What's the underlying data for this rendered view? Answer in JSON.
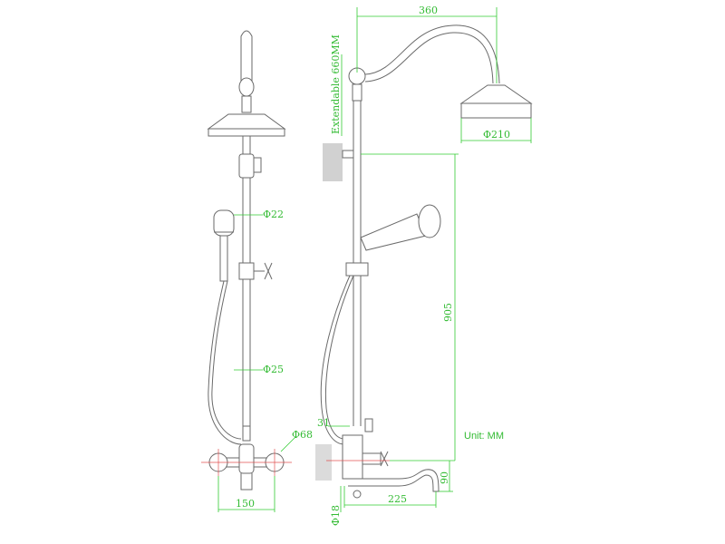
{
  "dimensions": {
    "arm_reach": "360",
    "head_diameter": "Φ210",
    "extendable": "Extendable 660MM",
    "height": "905",
    "handshower_diameter": "Φ22",
    "rail_diameter": "Φ25",
    "handle_diameter": "Φ68",
    "inlet_spacing": "150",
    "offset": "31",
    "spout_length": "225",
    "spout_height": "90",
    "inlet_diameter": "Φ18"
  },
  "unit_label": "Unit: MM",
  "colors": {
    "line": "#6a6a6a",
    "dimension": "#33cc33",
    "centerline": "#e05050"
  }
}
